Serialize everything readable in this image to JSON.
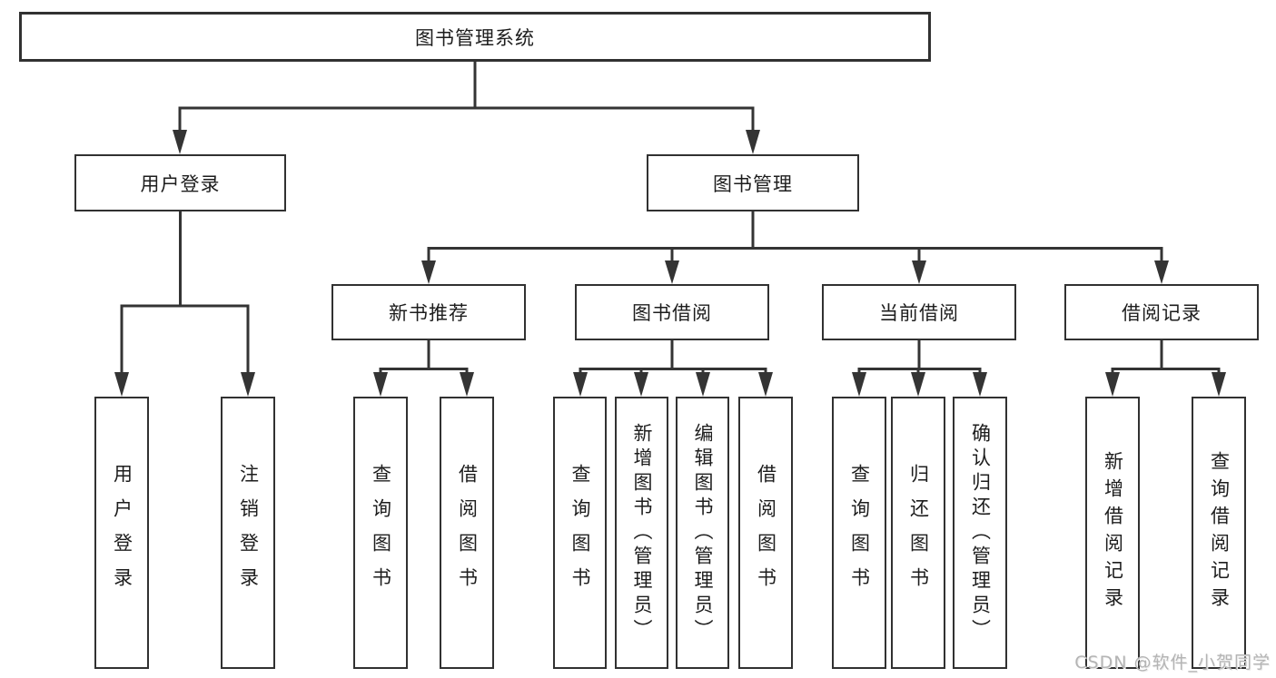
{
  "tree": {
    "root": {
      "label": "图书管理系统"
    },
    "children": [
      {
        "label": "用户登录",
        "children": [
          {
            "label": "用户登录"
          },
          {
            "label": "注销登录"
          }
        ]
      },
      {
        "label": "图书管理",
        "children": [
          {
            "label": "新书推荐",
            "children": [
              {
                "label": "查询图书"
              },
              {
                "label": "借阅图书"
              }
            ]
          },
          {
            "label": "图书借阅",
            "children": [
              {
                "label": "查询图书"
              },
              {
                "label": "新增图书（管理员）"
              },
              {
                "label": "编辑图书（管理员）"
              },
              {
                "label": "借阅图书"
              }
            ]
          },
          {
            "label": "当前借阅",
            "children": [
              {
                "label": "查询图书"
              },
              {
                "label": "归还图书"
              },
              {
                "label": "确认归还（管理员）"
              }
            ]
          },
          {
            "label": "借阅记录",
            "children": [
              {
                "label": "新增借阅记录"
              },
              {
                "label": "查询借阅记录"
              }
            ]
          }
        ]
      }
    ]
  },
  "watermark": {
    "text": "CSDN @软件_小贺同学"
  },
  "colors": {
    "line": "#343434",
    "box_border": "#313131",
    "text": "#1d1d1d",
    "watermark": "#b4b4b4",
    "background": "#ffffff"
  }
}
